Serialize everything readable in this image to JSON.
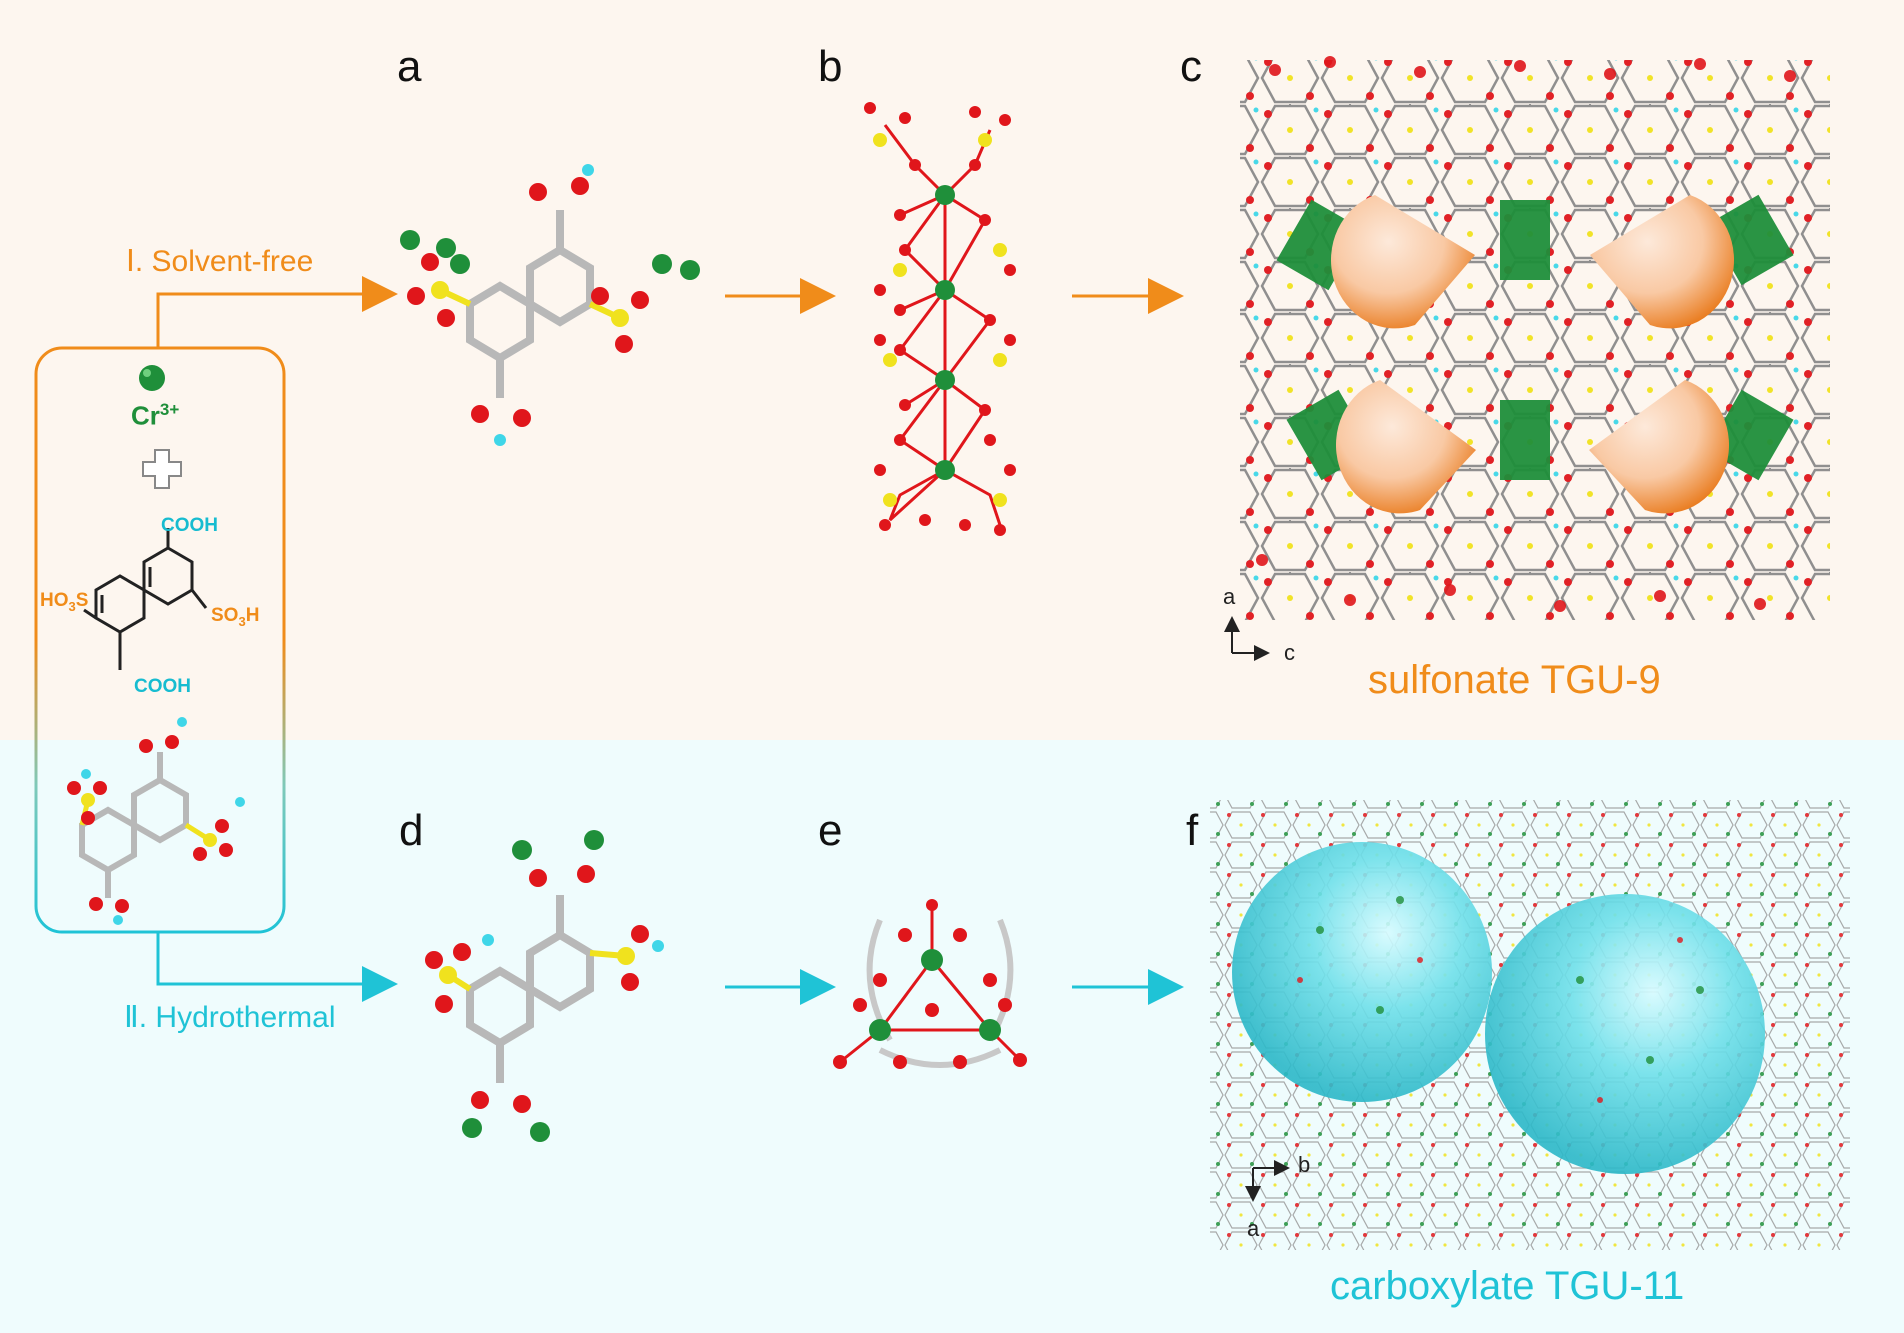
{
  "panels": [
    "a",
    "b",
    "c",
    "d",
    "e",
    "f"
  ],
  "routes": {
    "solvent_free": "Ⅰ. Solvent-free",
    "hydrothermal": "Ⅱ. Hydrothermal"
  },
  "reagents": {
    "metal": "Cr",
    "metal_charge": "3+",
    "cooh_top": "COOH",
    "cooh_bottom": "COOH",
    "ho3s": "HO",
    "ho3s_sub": "3",
    "ho3s_end": "S",
    "so3h": "SO",
    "so3h_sub": "3",
    "so3h_end": "H"
  },
  "axes_top": {
    "vertical": "a",
    "horizontal": "c"
  },
  "axes_bottom": {
    "vertical": "a",
    "horizontal": "b"
  },
  "captions": {
    "top": "sulfonate TGU-9",
    "bottom": "carboxylate TGU-11"
  },
  "colors": {
    "orange": "#f08c1a",
    "cyan": "#1fc3d6",
    "oxygen": "#e0161b",
    "sulfur": "#f0e21e",
    "chromium": "#1f8f3a",
    "hydrogen": "#3fd6e8",
    "carbon": "#b0b0b0"
  }
}
